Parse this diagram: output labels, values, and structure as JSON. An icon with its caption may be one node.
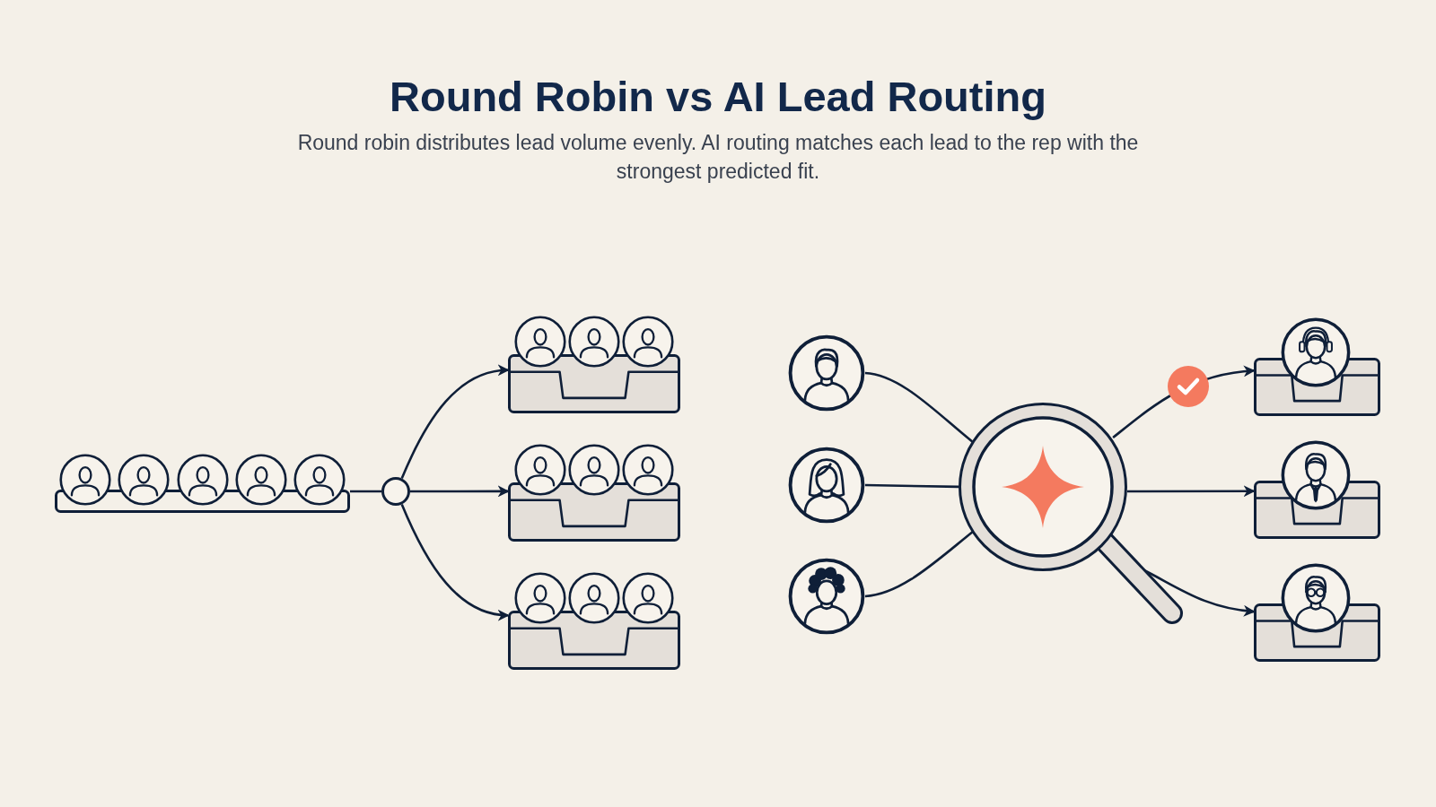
{
  "diagram": {
    "title": "Round Robin vs AI Lead Routing",
    "caption": "Round robin distributes lead volume evenly. AI routing matches each lead to the rep with the strongest predicted fit.",
    "nodes": [
      {
        "text": [],
        "shape": "bar"
      },
      {
        "text": [],
        "shape": "circle"
      },
      {
        "text": [],
        "shape": "box"
      },
      {
        "text": [],
        "shape": "box"
      },
      {
        "text": [],
        "shape": "box"
      },
      {
        "text": [],
        "shape": "person"
      },
      {
        "text": [],
        "shape": "person"
      },
      {
        "text": [],
        "shape": "person"
      },
      {
        "text": [],
        "shape": "picture"
      },
      {
        "text": [],
        "shape": "box"
      },
      {
        "text": [],
        "shape": "box"
      },
      {
        "text": [],
        "shape": "box"
      }
    ],
    "edges": [
      {
        "from": 0,
        "to": 1,
        "arrow": "none"
      },
      {
        "from": 1,
        "to": 2,
        "arrow": "to"
      },
      {
        "from": 1,
        "to": 3,
        "arrow": "to"
      },
      {
        "from": 1,
        "to": 4,
        "arrow": "to"
      },
      {
        "from": 5,
        "to": 8,
        "arrow": "none"
      },
      {
        "from": 6,
        "to": 8,
        "arrow": "none"
      },
      {
        "from": 7,
        "to": 8,
        "arrow": "none"
      },
      {
        "from": 8,
        "to": 9,
        "arrow": "to"
      },
      {
        "from": 8,
        "to": 10,
        "arrow": "to"
      },
      {
        "from": 8,
        "to": 11,
        "arrow": "to"
      }
    ]
  }
}
